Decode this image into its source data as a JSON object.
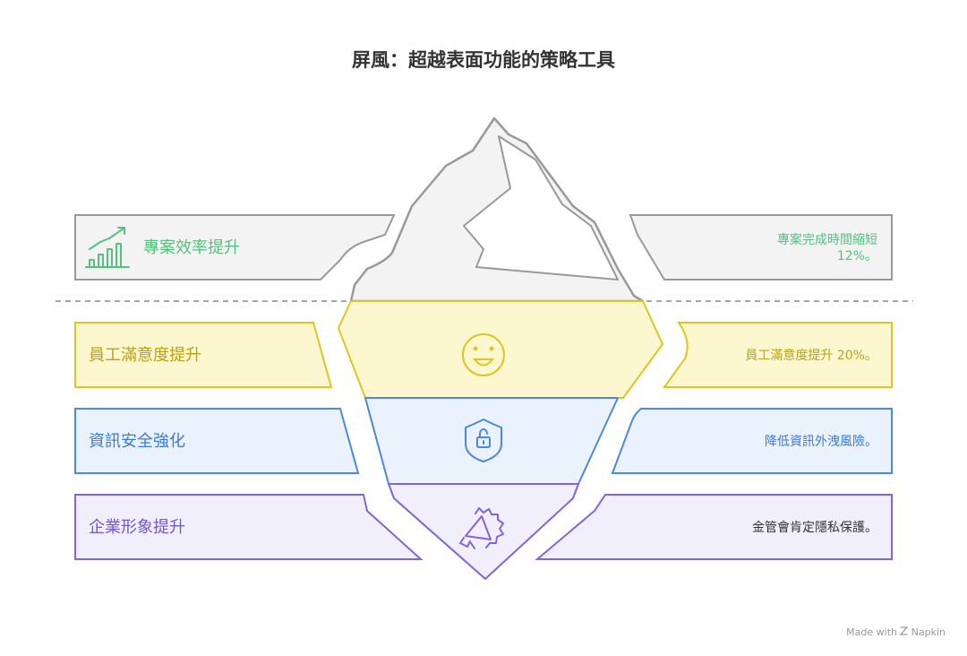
{
  "title": "屏風：超越表面功能的策略工具",
  "colors": {
    "green_stroke": "#55c080",
    "yellow_stroke": "#dfc51f",
    "yellow_fill": "#fcf7cf",
    "yellow_text": "#bca112",
    "blue_stroke": "#4c88dd",
    "blue_fill": "#eaf2fd",
    "blue_text": "#3d7ad2",
    "purple_stroke": "#8264d8",
    "purple_fill": "#f1effc",
    "purple_text": "#7258c8",
    "gray_stroke": "#999999",
    "gray_fill": "#f3f3f3"
  },
  "tip": {
    "left_label": "專案效率提升",
    "right_line1": "專案完成時間縮短",
    "right_line2": "12%。",
    "icon": "growth-chart-icon"
  },
  "layers": [
    {
      "left_label": "員工滿意度提升",
      "right_label": "員工滿意度提升 20%。",
      "icon": "smiley-icon"
    },
    {
      "left_label": "資訊安全強化",
      "right_label": "降低資訊外洩風險。",
      "icon": "shield-lock-icon"
    },
    {
      "left_label": "企業形象提升",
      "right_label": "金管會肯定隱私保護。",
      "icon": "megaphone-icon"
    }
  ],
  "footer": {
    "made_with": "Made with",
    "brand": "Napkin"
  }
}
